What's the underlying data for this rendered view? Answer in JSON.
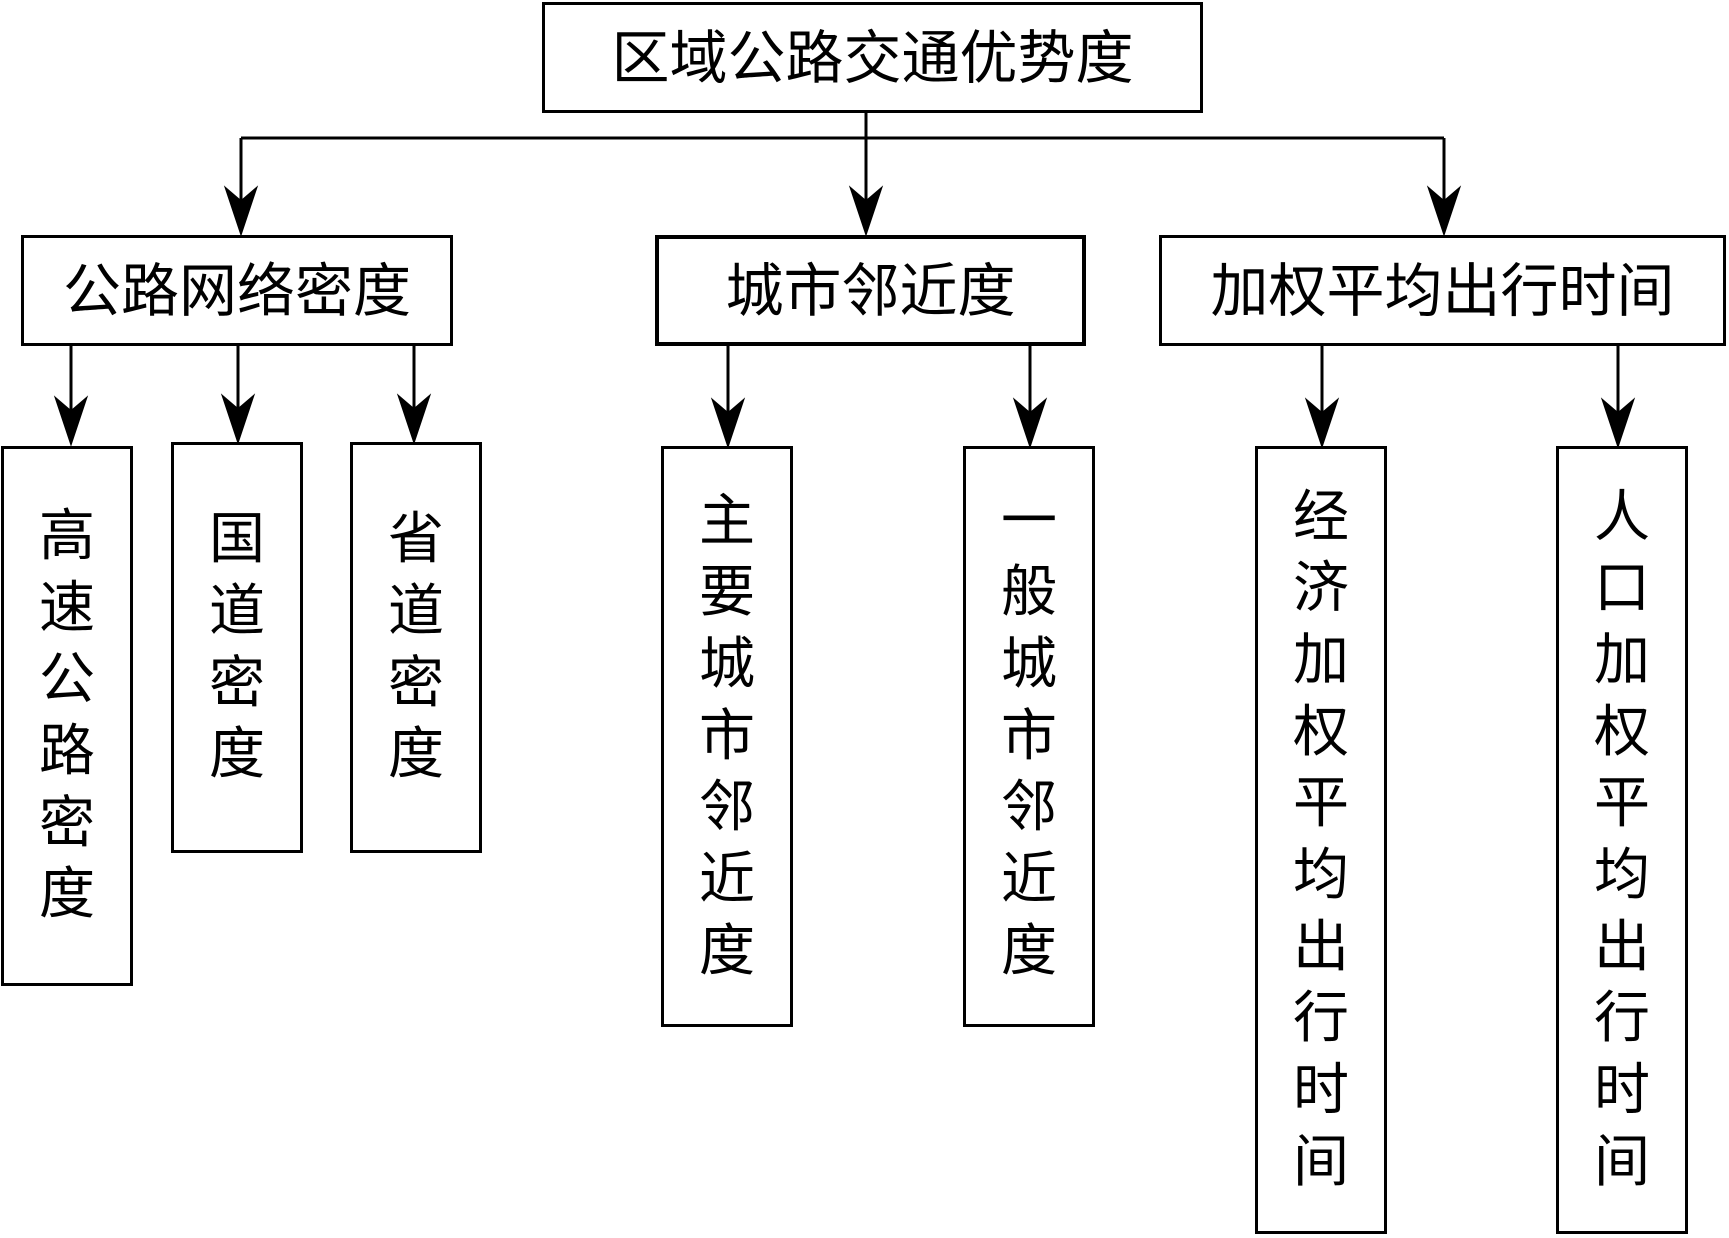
{
  "root": {
    "label": "区域公路交通优势度"
  },
  "categories": [
    {
      "label": "公路网络密度",
      "children": [
        "高速公路密度",
        "国道密度",
        "省道密度"
      ]
    },
    {
      "label": "城市邻近度",
      "children": [
        "主要城市邻近度",
        "一般城市邻近度"
      ]
    },
    {
      "label": "加权平均出行时间",
      "children": [
        "经济加权平均出行时间",
        "人口加权平均出行时间"
      ]
    }
  ]
}
